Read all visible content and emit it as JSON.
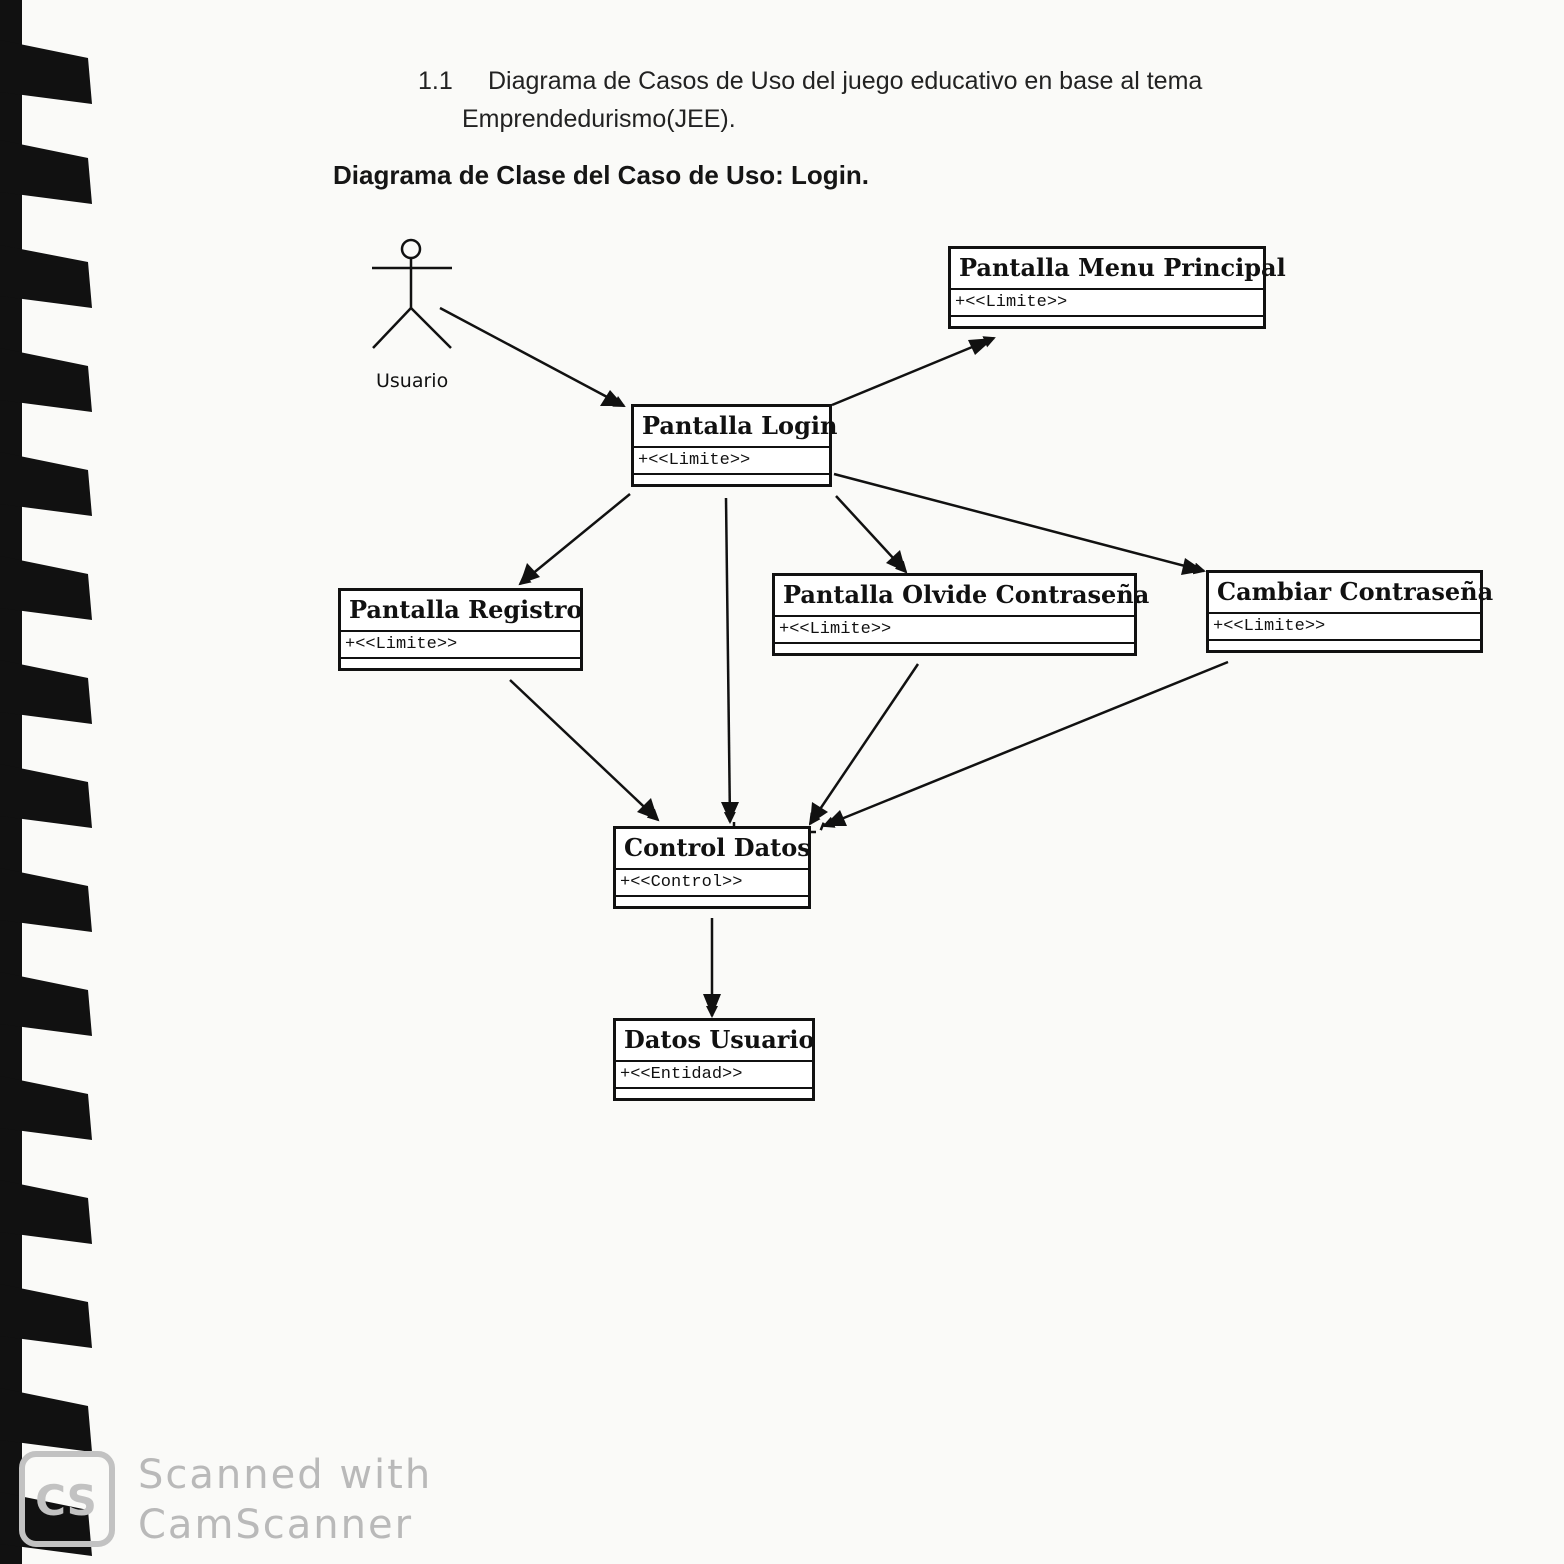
{
  "heading": {
    "number": "1.1",
    "line1": "Diagrama de Casos de Uso del juego educativo en base al tema",
    "line2": "Emprendedurismo(JEE)."
  },
  "subtitle": "Diagrama de Clase del Caso de Uso: Login.",
  "actor": {
    "label": "Usuario"
  },
  "classes": {
    "menu_principal": {
      "name": "Pantalla Menu Principal",
      "stereotype": "+<<Limite>>"
    },
    "login": {
      "name": "Pantalla Login",
      "stereotype": "+<<Limite>>"
    },
    "registro": {
      "name": "Pantalla Registro",
      "stereotype": "+<<Limite>>"
    },
    "olvide": {
      "name": "Pantalla Olvide Contraseña",
      "stereotype": "+<<Limite>>"
    },
    "cambiar": {
      "name": "Cambiar Contraseña",
      "stereotype": "+<<Limite>>"
    },
    "control": {
      "name": "Control Datos",
      "stereotype": "+<<Control>>"
    },
    "datos_usuario": {
      "name": "Datos Usuario",
      "stereotype": "+<<Entidad>>"
    }
  },
  "watermark": {
    "line1": "Scanned with",
    "line2": "CamScanner",
    "logo": "CS"
  }
}
